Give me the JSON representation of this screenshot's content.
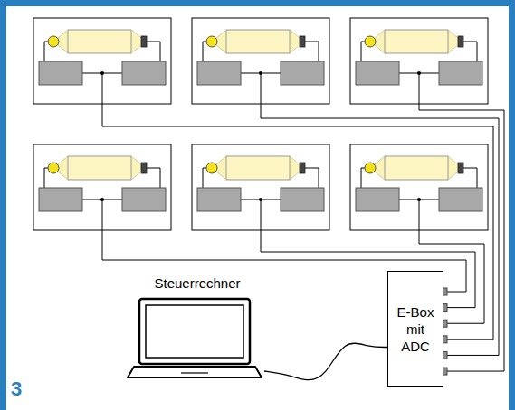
{
  "diagram": {
    "nodes": [
      {
        "text": [
          "Steuerrechner"
        ]
      },
      {
        "text": [
          "E-Box mit ADC"
        ]
      }
    ],
    "edges": [
      {
        "from": 0,
        "to": 1,
        "arrow": "none"
      }
    ],
    "labels": [
      "3"
    ]
  }
}
